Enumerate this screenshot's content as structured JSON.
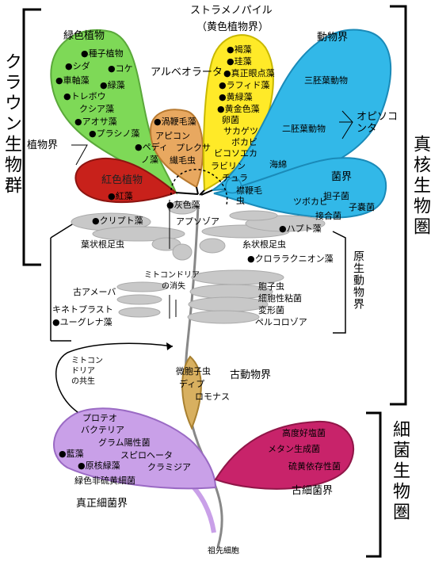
{
  "headers": {
    "stramenopile": "ストラメノパイル",
    "stramenopile_sub": "（黄色植物界）",
    "alveolata": "アルベオラータ",
    "opisthokonta": "オピソコンタ",
    "crown": "クラウン生物群",
    "eukaryote": "真核生物圏",
    "protist": "原生動物界",
    "bacteria_domain": "細菌生物圏",
    "plant_kingdom": "植物界",
    "eubacteria": "真正細菌界",
    "archaea": "古細菌界",
    "archezoa": "古動物界",
    "ancestor": "祖先細胞",
    "endosymbiosis": "ミトコンドリアの共生",
    "mito_loss": "ミトコンドリアの消失"
  },
  "green_plants": {
    "title": "緑色植物",
    "items": [
      "●種子植物",
      "●シダ",
      "●コケ",
      "●車軸藻",
      "●緑藻",
      "●トレボウ",
      "クシア藻",
      "●アオサ藻",
      "●プラシノ藻",
      "●ペディ",
      "ノ藻"
    ]
  },
  "red_algae": {
    "title": "紅色植物",
    "items": [
      "●紅藻"
    ]
  },
  "alveolata_items": [
    "●渦鞭毛藻",
    "アピコン",
    "プレクサ",
    "繊毛虫"
  ],
  "stramenopile_items": [
    "●褐藻",
    "●珪藻",
    "●真正眼点藻",
    "●ラフィド藻",
    "●黄緑藻",
    "●黄金色藻",
    "卵菌",
    "サカゲツ",
    "ボカビ",
    "ビコソエカ",
    "ラビリン",
    "チュラ"
  ],
  "animal": {
    "title": "動物界",
    "items": [
      "三胚葉動物",
      "二胚葉動物",
      "海綿"
    ]
  },
  "fungi": {
    "title": "菌界",
    "items": [
      "担子菌",
      "子嚢菌",
      "ツボカビ",
      "接合菌"
    ]
  },
  "choanoflagellate": "襟鞭毛虫",
  "middle": {
    "glaucophyte": "●灰色藻",
    "cryptophyte": "●クリプト藻",
    "apusozoa": "アプソゾア",
    "haptophyte": "●ハプト藻",
    "phyllopod": "葉状根足虫",
    "filose": "糸状根足虫",
    "chlorarachnion": "●クロララクニオン藻",
    "archamoeba": "古アメーバ",
    "kinetoplast": "キネトプラスト",
    "euglena": "●ユーグレナ藻",
    "sporozoa": "胞子虫",
    "slime": "細胞性粘菌",
    "heterolobosea": "変形菌",
    "percolozoa": "ペルコロゾア",
    "microsporidia": "微胞子虫",
    "diplomonad_1": "ディプ",
    "diplomonad_2": "ロモナス",
    "loss_1": "ミトコンドリア",
    "loss_2": "の消失"
  },
  "bacteria_items": [
    "プロテオ",
    "バクテリア",
    "グラム陽性菌",
    "●藍藻",
    "スピロヘータ",
    "●原核緑藻",
    "クラミジア",
    "緑色非硫黄細菌"
  ],
  "archaea_items": [
    "高度好塩菌",
    "メタン生成菌",
    "硫黄依存性菌"
  ],
  "symbiosis_lines": [
    "ミトコン",
    "ドリア",
    "の共生"
  ]
}
